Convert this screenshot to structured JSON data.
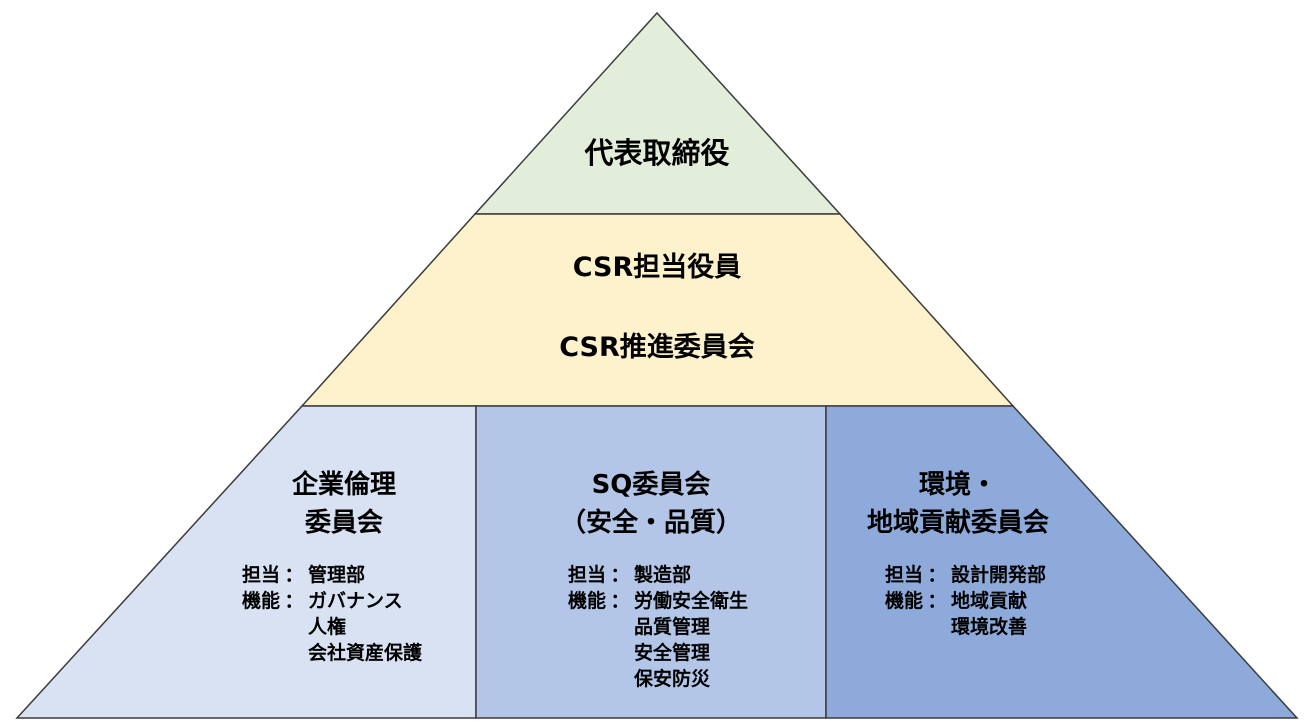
{
  "top": {
    "label": "代表取締役",
    "fill": "#e2eed9"
  },
  "middle": {
    "line1": "CSR担当役員",
    "line2": "CSR推進委員会",
    "fill": "#fdf2cc"
  },
  "committees": [
    {
      "title_line1": "企業倫理",
      "title_line2": "委員会",
      "fill": "#d9e2f3",
      "charge_label": "担当",
      "charge_value": "管理部",
      "function_label": "機能",
      "functions": [
        "ガバナンス",
        "人権",
        "会社資産保護"
      ]
    },
    {
      "title_line1": "SQ委員会",
      "title_line2": "（安全・品質）",
      "fill": "#b4c6e7",
      "charge_label": "担当",
      "charge_value": "製造部",
      "function_label": "機能",
      "functions": [
        "労働安全衛生",
        "品質管理",
        "安全管理",
        "保安防災"
      ]
    },
    {
      "title_line1": "環境・",
      "title_line2": "地域貢献委員会",
      "fill": "#8eaadb",
      "charge_label": "担当",
      "charge_value": "設計開発部",
      "function_label": "機能",
      "functions": [
        "地域貢献",
        "環境改善"
      ]
    }
  ],
  "separator": "："
}
